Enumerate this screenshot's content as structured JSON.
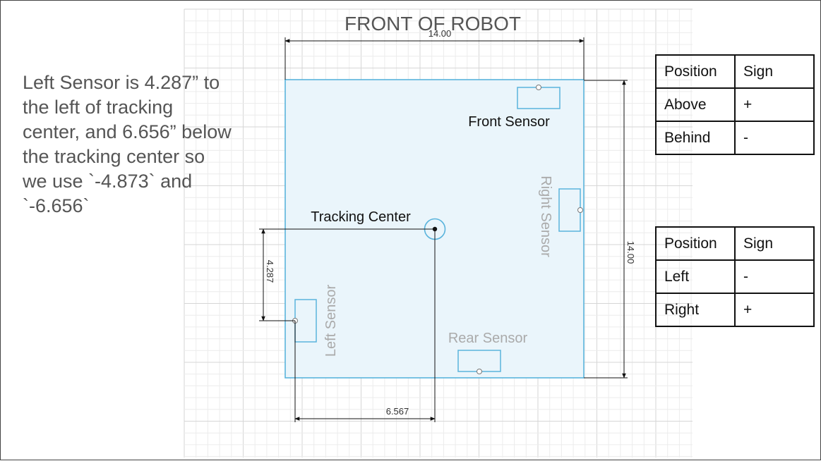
{
  "title": "FRONT OF ROBOT",
  "description": [
    "Left Sensor is 4.287” to",
    "the left of tracking",
    "center, and 6.656” below",
    "the tracking center so",
    "we use `-4.873` and",
    "`-6.656`"
  ],
  "dimensions": {
    "width": "14.00",
    "height": "14.00",
    "offset_vertical": "4.287",
    "offset_horizontal": "6.567"
  },
  "labels": {
    "front_sensor": "Front Sensor",
    "right_sensor": "Right Sensor",
    "left_sensor": "Left Sensor",
    "rear_sensor": "Rear Sensor",
    "tracking_center": "Tracking Center"
  },
  "tables": {
    "front_back": {
      "headers": [
        "Position",
        "Sign"
      ],
      "rows": [
        [
          "Above",
          "+"
        ],
        [
          "Behind",
          "-"
        ]
      ]
    },
    "left_right": {
      "headers": [
        "Position",
        "Sign"
      ],
      "rows": [
        [
          "Left",
          "-"
        ],
        [
          "Right",
          "+"
        ]
      ]
    }
  },
  "colors": {
    "robot_outline": "#5ab4dc",
    "robot_fill": "#eaf5fb",
    "grid": "#e3e3e3",
    "dim_line": "#111111",
    "faded_label": "#aaaaaa"
  }
}
